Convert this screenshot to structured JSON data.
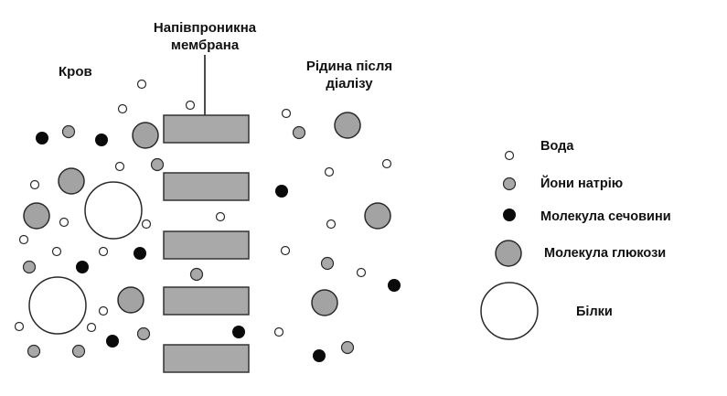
{
  "labels": {
    "membrane_line1": "Напівпроникна",
    "membrane_line2": "мембрана",
    "blood": "Кров",
    "dialysate_line1": "Рідина після",
    "dialysate_line2": "діалізу"
  },
  "legend": {
    "water": "Вода",
    "sodium": "Йони натрію",
    "urea": "Молекула сечовини",
    "glucose": "Молекула глюкози",
    "protein": "Білки"
  },
  "colors": {
    "water_fill": "#ffffff",
    "sodium_fill": "#a8a8a8",
    "urea_fill": "#0a0a0a",
    "glucose_fill": "#a3a3a3",
    "protein_fill": "#ffffff",
    "membrane_fill": "#a9a9a9",
    "outline": "#2a2a2a"
  }
}
